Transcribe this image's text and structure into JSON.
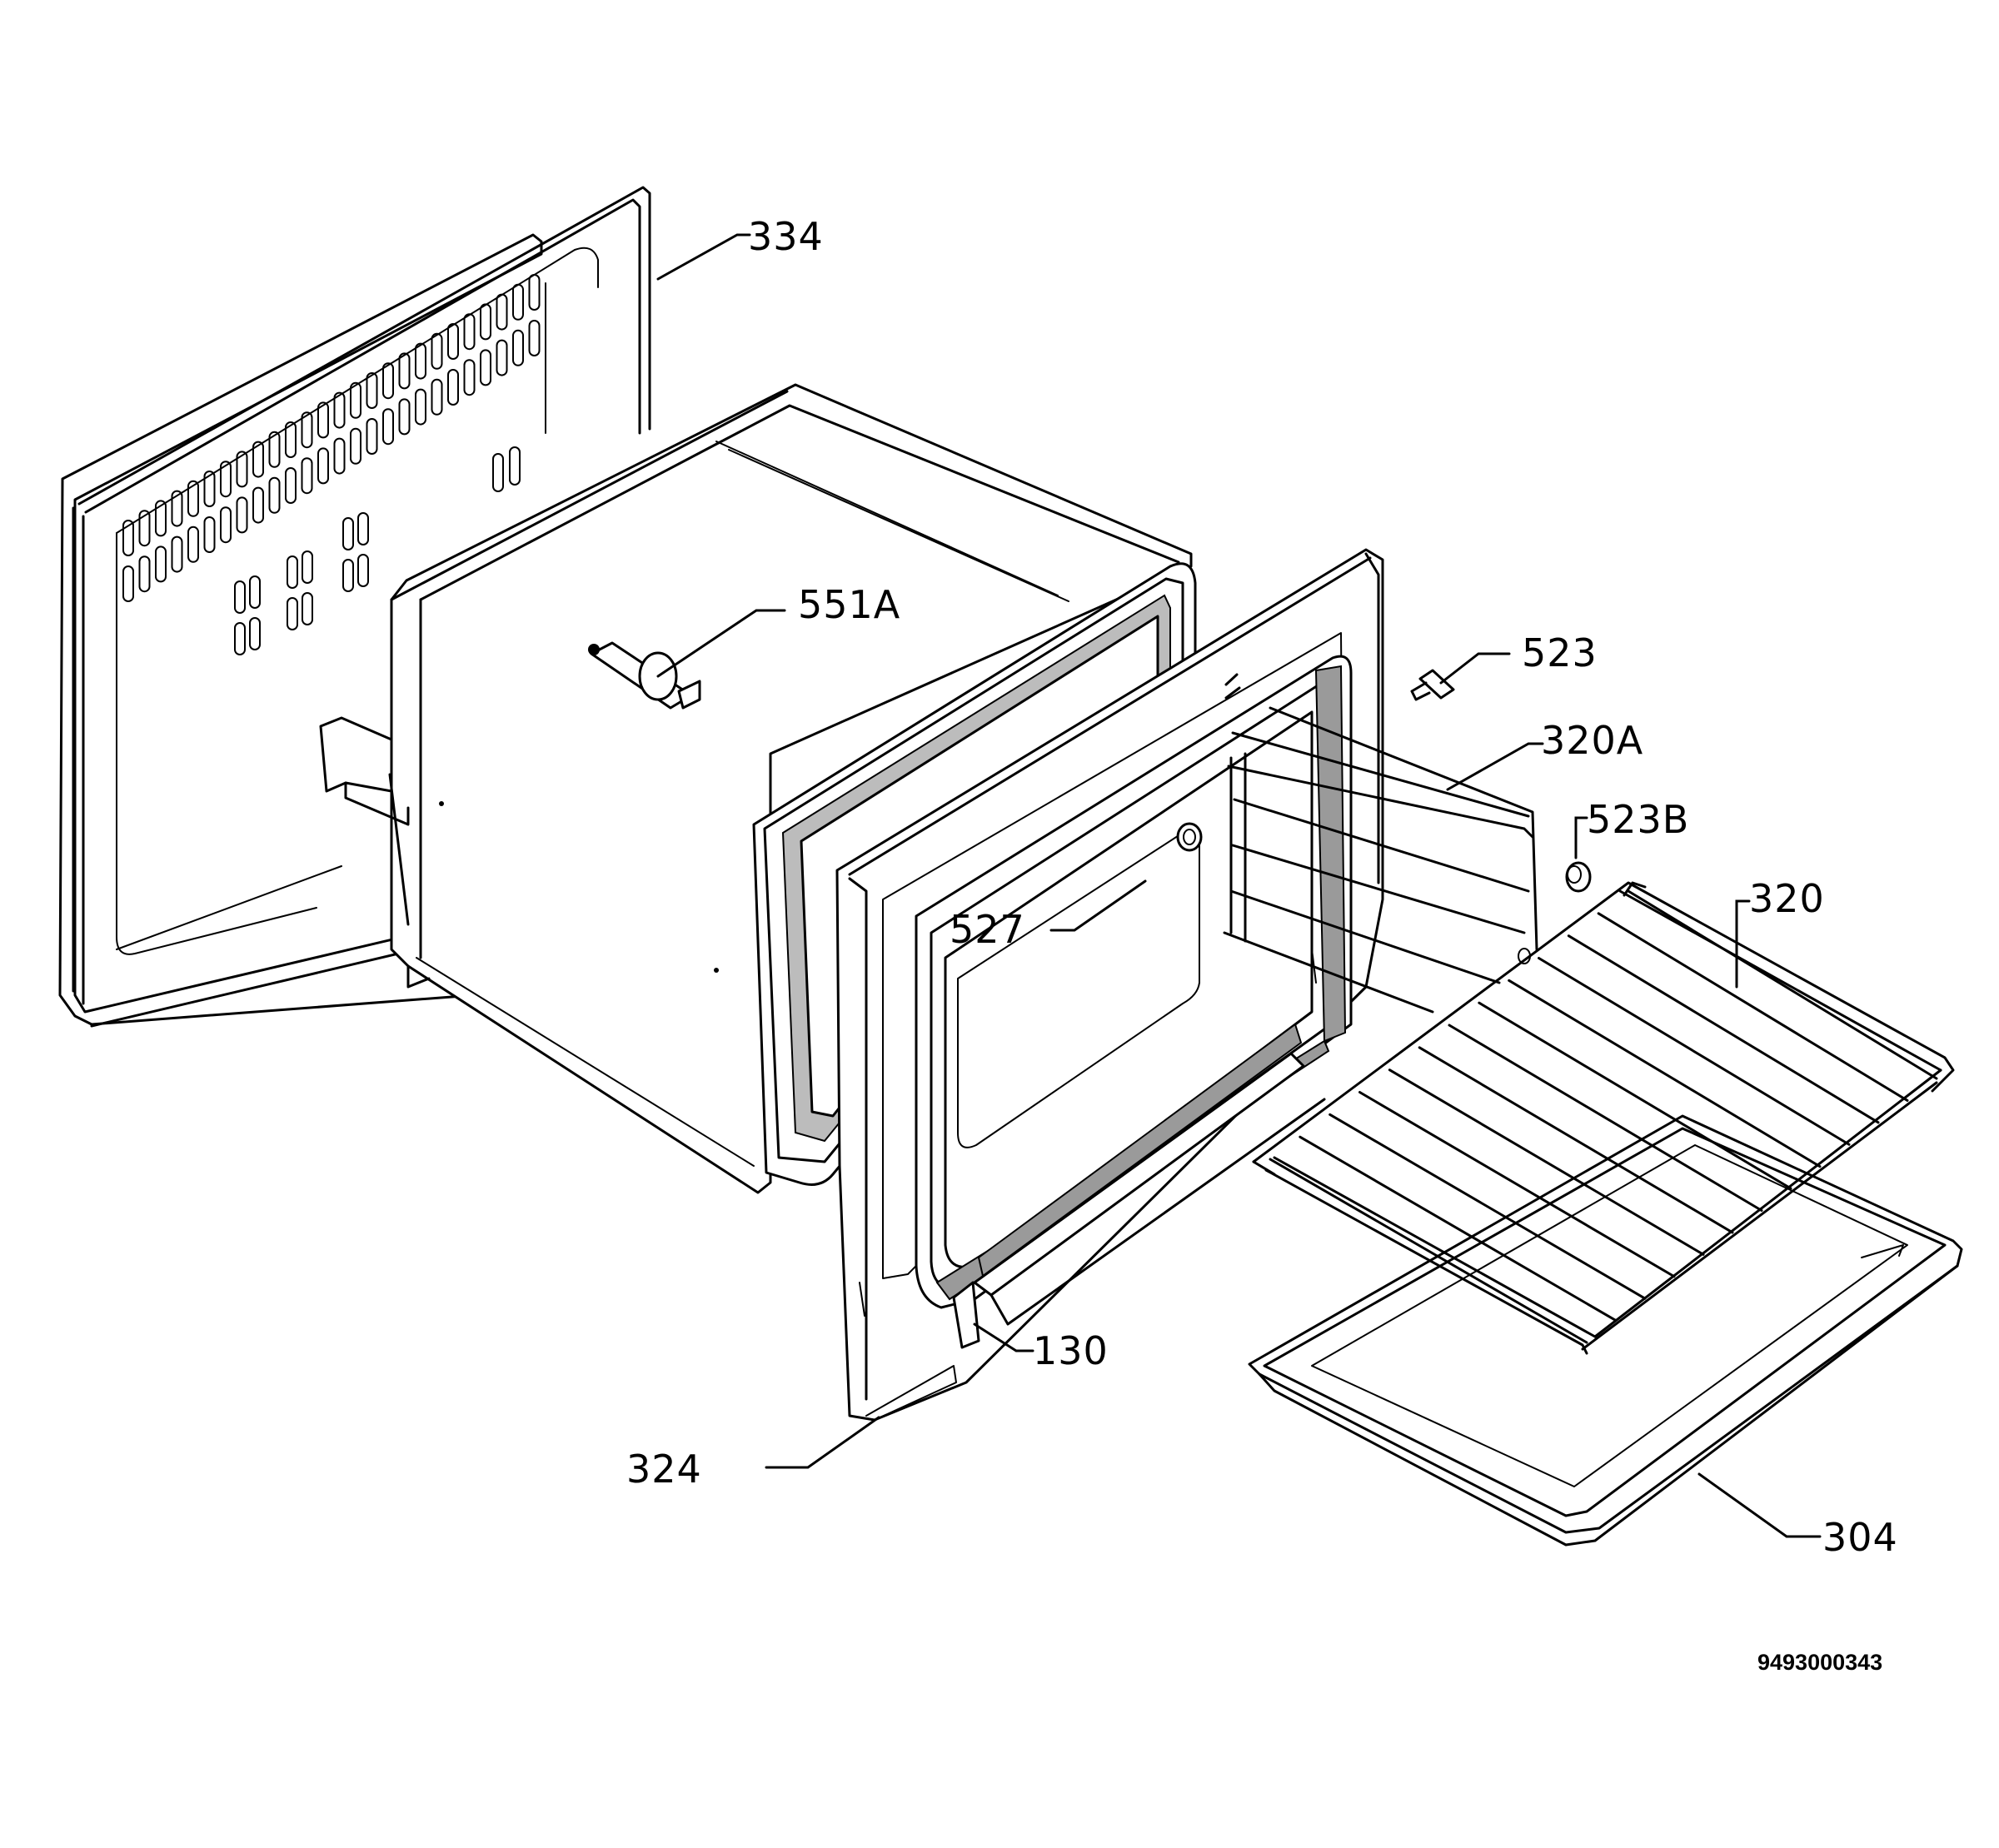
{
  "labels": {
    "p334": "334",
    "p551A": "551A",
    "p523": "523",
    "p320A": "320A",
    "p523B": "523B",
    "p320": "320",
    "p527": "527",
    "p130": "130",
    "p324": "324",
    "p304": "304"
  },
  "drawing_number": "9493000343"
}
